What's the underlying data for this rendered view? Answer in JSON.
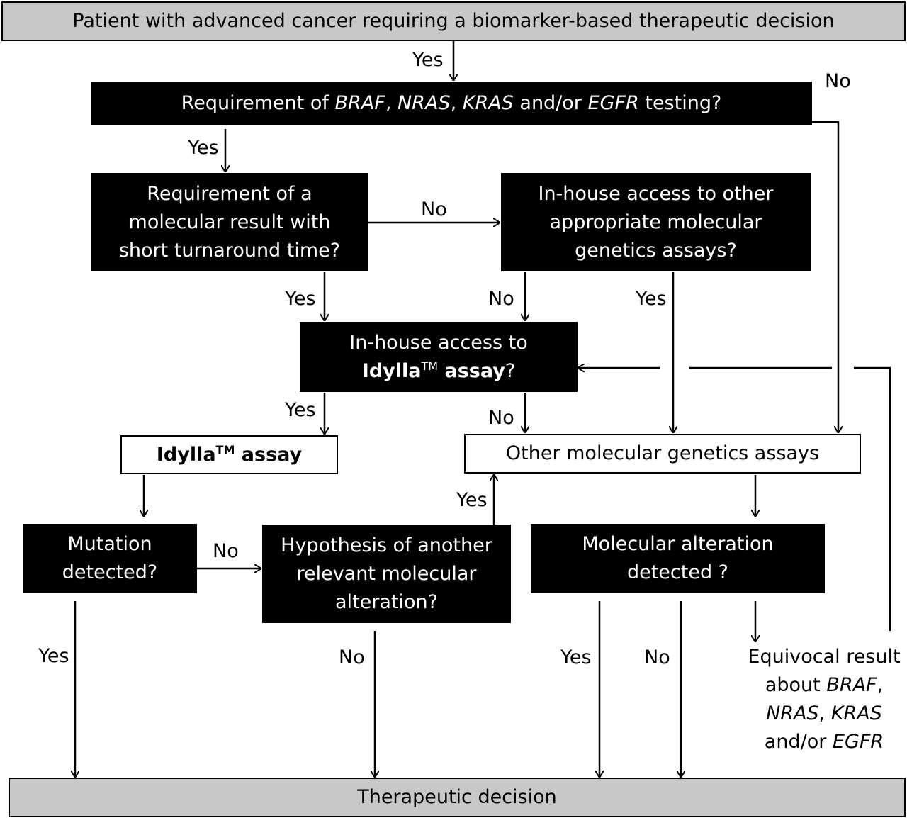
{
  "nodes": {
    "start": "Patient with advanced cancer requiring a biomarker-based therapeutic decision",
    "req_testing": {
      "prefix": "Requirement of ",
      "gene1": "BRAF",
      "sep1": ", ",
      "gene2": "NRAS",
      "sep2": ", ",
      "gene3": "KRAS",
      "sep3": " and/or ",
      "gene4": "EGFR",
      "suffix": " testing?"
    },
    "req_short": [
      "Requirement of a",
      "molecular result with",
      "short turnaround time?"
    ],
    "inhouse_other": [
      "In-house access to other",
      "appropriate molecular",
      "genetics assays?"
    ],
    "inhouse_idylla": {
      "line1": "In-house access to",
      "bold": "Idylla",
      "tm": "TM",
      "bold2": " assay",
      "q": "?"
    },
    "idylla_assay": {
      "bold": "Idylla",
      "tm": "TM",
      "bold2": " assay"
    },
    "other_assays": "Other molecular genetics assays",
    "mutation": [
      "Mutation",
      "detected?"
    ],
    "hypothesis": [
      "Hypothesis of another",
      "relevant molecular",
      "alteration?"
    ],
    "molecular_alt": [
      "Molecular alteration",
      "detected ?"
    ],
    "equivocal": {
      "line1": "Equivocal result",
      "line2_prefix": "about ",
      "line2_gene": "BRAF",
      "line2_suffix": ",",
      "line3_gene1": "NRAS",
      "line3_sep": ", ",
      "line3_gene2": "KRAS",
      "line4_prefix": "and/or ",
      "line4_gene": "EGFR"
    },
    "end": "Therapeutic decision"
  },
  "edge_labels": {
    "yes": "Yes",
    "no": "No"
  }
}
